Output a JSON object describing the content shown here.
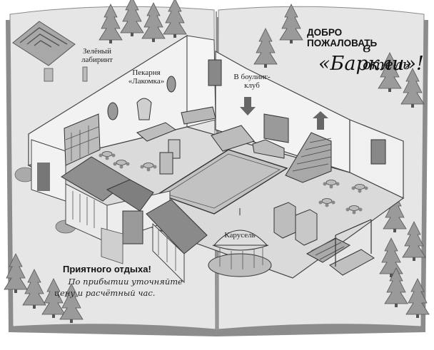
{
  "welcome": {
    "line1": "ДОБРО ПОЖАЛОВАТЬ",
    "line2": "в отель",
    "line3": "«Баркли»!"
  },
  "labels": {
    "maze_line1": "Зелёный",
    "maze_line2": "лабиринт",
    "bakery_line1": "Пекарня",
    "bakery_line2": "«Лакомка»",
    "bowling_line1": "В боулинг-",
    "bowling_line2": "клуб",
    "carousel": "Карусель"
  },
  "footer": {
    "heading": "Приятного отдыха!",
    "note_line1": "По прибытии уточняйте",
    "note_line2": "цену и расчётный час."
  }
}
